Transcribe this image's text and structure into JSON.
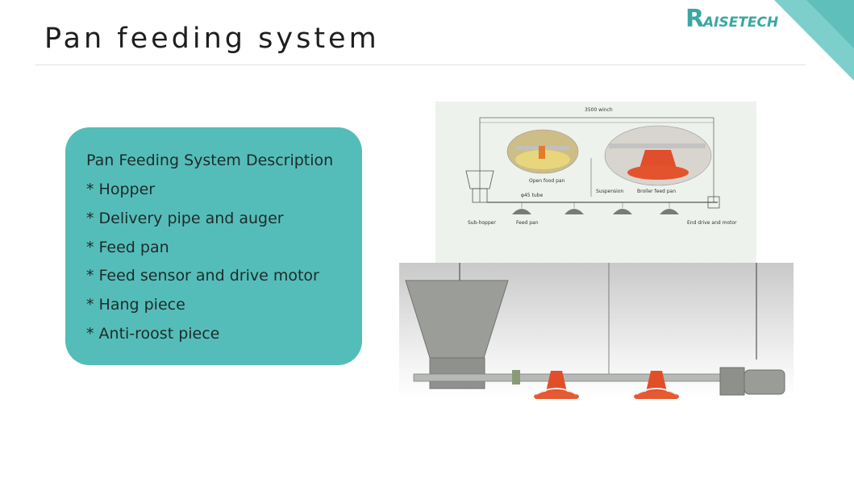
{
  "slide": {
    "title": "Pan feeding system",
    "brand": {
      "initial": "R",
      "name": "AISETECH",
      "color": "#3aa7a1"
    },
    "accent_color": "#55bdb9"
  },
  "card": {
    "heading": "Pan Feeding System Description",
    "items": [
      "* Hopper",
      "* Delivery pipe and auger",
      "* Feed pan",
      "* Feed sensor and drive motor",
      "* Hang piece",
      "* Anti-roost piece"
    ]
  },
  "diagram": {
    "labels": {
      "winch": "3500 winch",
      "open_pan": "Open food pan",
      "suspension": "Suspension",
      "broiler_pan": "Broiler feed pan",
      "tube": "φ45 tube",
      "sub_hopper": "Sub-hopper",
      "feed_pan": "Feed pan",
      "end_drive": "End drive and motor"
    }
  }
}
